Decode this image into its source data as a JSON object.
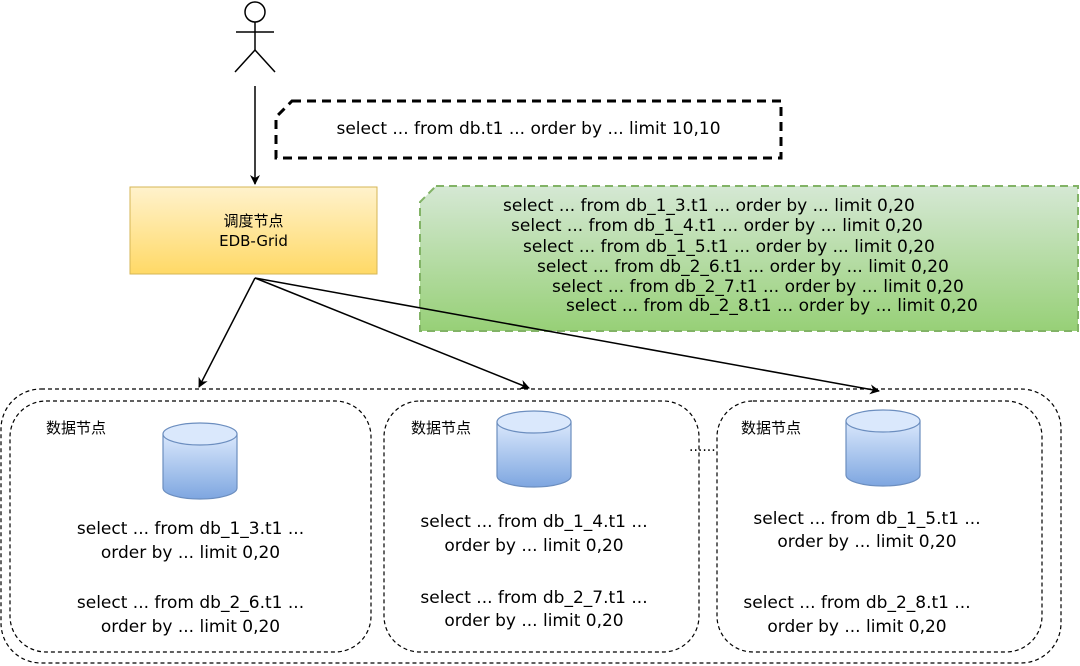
{
  "client_query": "select ... from db.t1 ... order by ... limit 10,10",
  "scheduler": {
    "title": "调度节点",
    "subtitle": "EDB-Grid"
  },
  "rewritten_queries": [
    "select ... from db_1_3.t1 ... order by ... limit 0,20",
    "select ... from db_1_4.t1 ... order by ... limit 0,20",
    "select ... from db_1_5.t1 ... order by ... limit 0,20",
    "select ... from db_2_6.t1 ... order by ... limit 0,20",
    "select ... from db_2_7.t1 ... order by ... limit 0,20",
    "select ... from db_2_8.t1 ... order by ... limit 0,20"
  ],
  "ellipsis": "......",
  "data_nodes": [
    {
      "label": "数据节点",
      "q1_line1": "select ... from db_1_3.t1 ...",
      "q1_line2": "order by ... limit 0,20",
      "q2_line1": "select ... from db_2_6.t1 ...",
      "q2_line2": "order by ... limit 0,20"
    },
    {
      "label": "数据节点",
      "q1_line1": "select ... from db_1_4.t1 ...",
      "q1_line2": "order by ... limit 0,20",
      "q2_line1": "select ... from db_2_7.t1 ...",
      "q2_line2": "order by ... limit 0,20"
    },
    {
      "label": "数据节点",
      "q1_line1": "select ... from db_1_5.t1 ...",
      "q1_line2": "order by ... limit 0,20",
      "q2_line1": "select ... from db_2_8.t1 ...",
      "q2_line2": "order by ... limit 0,20"
    }
  ],
  "colors": {
    "scheduler_fill_top": "#fff2cc",
    "scheduler_fill_bottom": "#ffd966",
    "scheduler_stroke": "#d6b656",
    "note_fill_top": "#d5e8d4",
    "note_fill_bottom": "#97d077",
    "note_stroke": "#82b366",
    "db_fill_top": "#dae8fc",
    "db_fill_bottom": "#7ea6e0",
    "db_stroke": "#6c8ebf"
  }
}
